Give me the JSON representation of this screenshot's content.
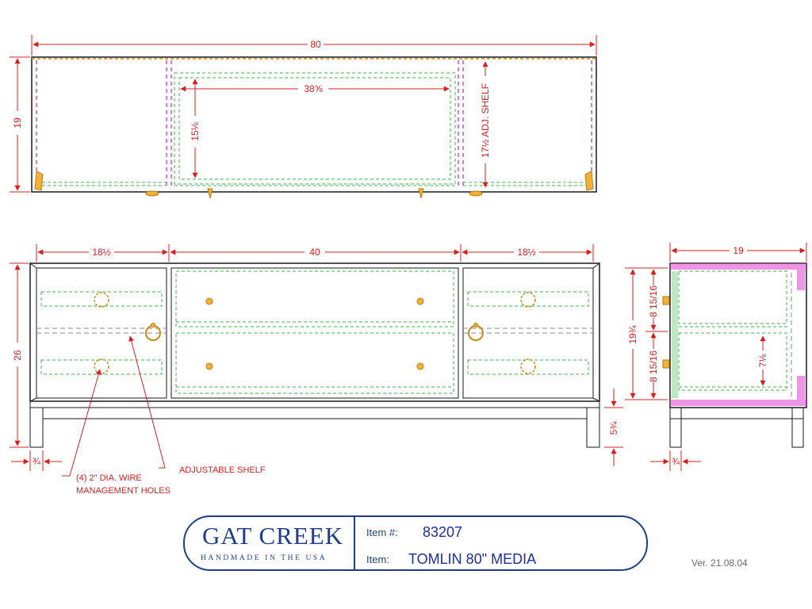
{
  "dimensions": {
    "top_width": "80",
    "top_depth": "19",
    "top_inner_width": "38⅝",
    "top_inner_height": "15⅛",
    "top_shelf_note": "17½ ADJ. SHELF",
    "front_left": "18½",
    "front_center": "40",
    "front_right": "18½",
    "front_height": "26",
    "leg_height": "5¾",
    "leg_width_front": "¾",
    "side_depth": "19",
    "side_inner_height": "19¾",
    "side_upper_opening": "8 15/16",
    "side_lower_opening": "8 15/16",
    "side_drawer_depth": "7⅛",
    "leg_width_side": "¾"
  },
  "notes": {
    "wire_holes_line1": "(4) 2\" DIA. WIRE",
    "wire_holes_line2": "MANAGEMENT HOLES",
    "adjustable_shelf": "ADJUSTABLE SHELF"
  },
  "title_block": {
    "brand": "GAT CREEK",
    "tagline": "HANDMADE IN THE USA",
    "item_number_label": "Item #:",
    "item_number": "83207",
    "item_name_label": "Item:",
    "item_name": "TOMLIN 80\" MEDIA"
  },
  "version": "Ver. 21.08.04",
  "colors": {
    "dimension": "#d42020",
    "hidden_line": "#3cb44a",
    "brand": "#1d3f8a",
    "hardware": "#f2b23a"
  }
}
